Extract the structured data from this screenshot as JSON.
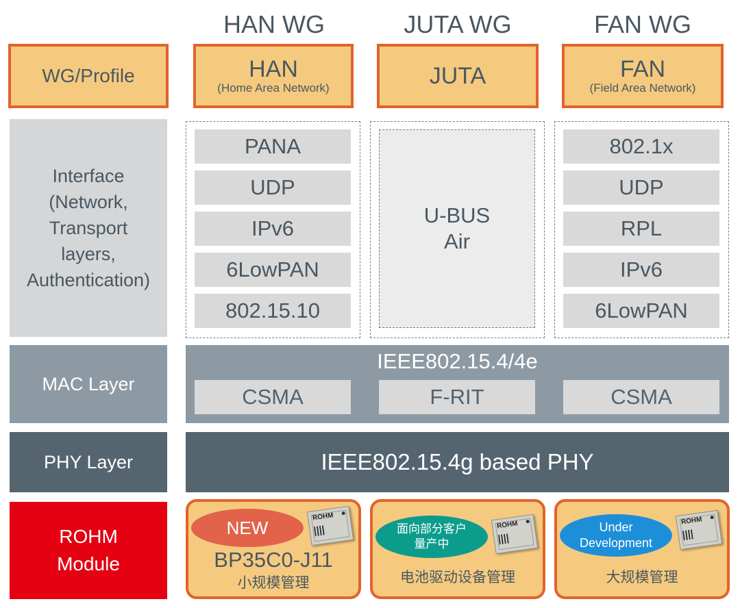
{
  "header": {
    "han_wg": "HAN WG",
    "juta_wg": "JUTA WG",
    "fan_wg": "FAN WG"
  },
  "rows": {
    "wg_profile_label": "WG/Profile",
    "interface_label_lines": [
      "Interface",
      "(Network,",
      "Transport",
      "layers,",
      "Authentication)"
    ],
    "mac_label": "MAC Layer",
    "phy_label": "PHY Layer",
    "module_label_lines": [
      "ROHM",
      "Module"
    ]
  },
  "profiles": {
    "han": {
      "name": "HAN",
      "sub": "(Home Area Network)"
    },
    "juta": {
      "name": "JUTA",
      "sub": ""
    },
    "fan": {
      "name": "FAN",
      "sub": "(Field Area Network)"
    }
  },
  "stacks": {
    "han": [
      "PANA",
      "UDP",
      "IPv6",
      "6LowPAN",
      "802.15.10"
    ],
    "juta_lines": [
      "U-BUS",
      "Air"
    ],
    "fan": [
      "802.1x",
      "UDP",
      "RPL",
      "IPv6",
      "6LowPAN"
    ]
  },
  "mac": {
    "title": "IEEE802.15.4/4e",
    "cells": [
      "CSMA",
      "F-RIT",
      "CSMA"
    ]
  },
  "phy": {
    "title": "IEEE802.15.4g based PHY"
  },
  "modules": {
    "han": {
      "badge": "NEW",
      "name": "BP35C0-J11",
      "desc": "小规模管理"
    },
    "juta": {
      "badge_lines": [
        "面向部分客户",
        "量产中"
      ],
      "desc": "电池驱动设备管理"
    },
    "fan": {
      "badge_lines": [
        "Under",
        "Development"
      ],
      "desc": "大规模管理"
    },
    "chip_logo": "ROHM"
  },
  "colors": {
    "orange_fill": "#f5ca7f",
    "orange_border": "#e2632a",
    "interface_gray": "#d4d6d8",
    "mac_gray": "#8e9aa3",
    "phy_slate": "#546570",
    "rohm_red": "#e50012",
    "badge_red": "#e2634a",
    "badge_teal": "#0c9c8c",
    "badge_blue": "#1d8fd8"
  }
}
